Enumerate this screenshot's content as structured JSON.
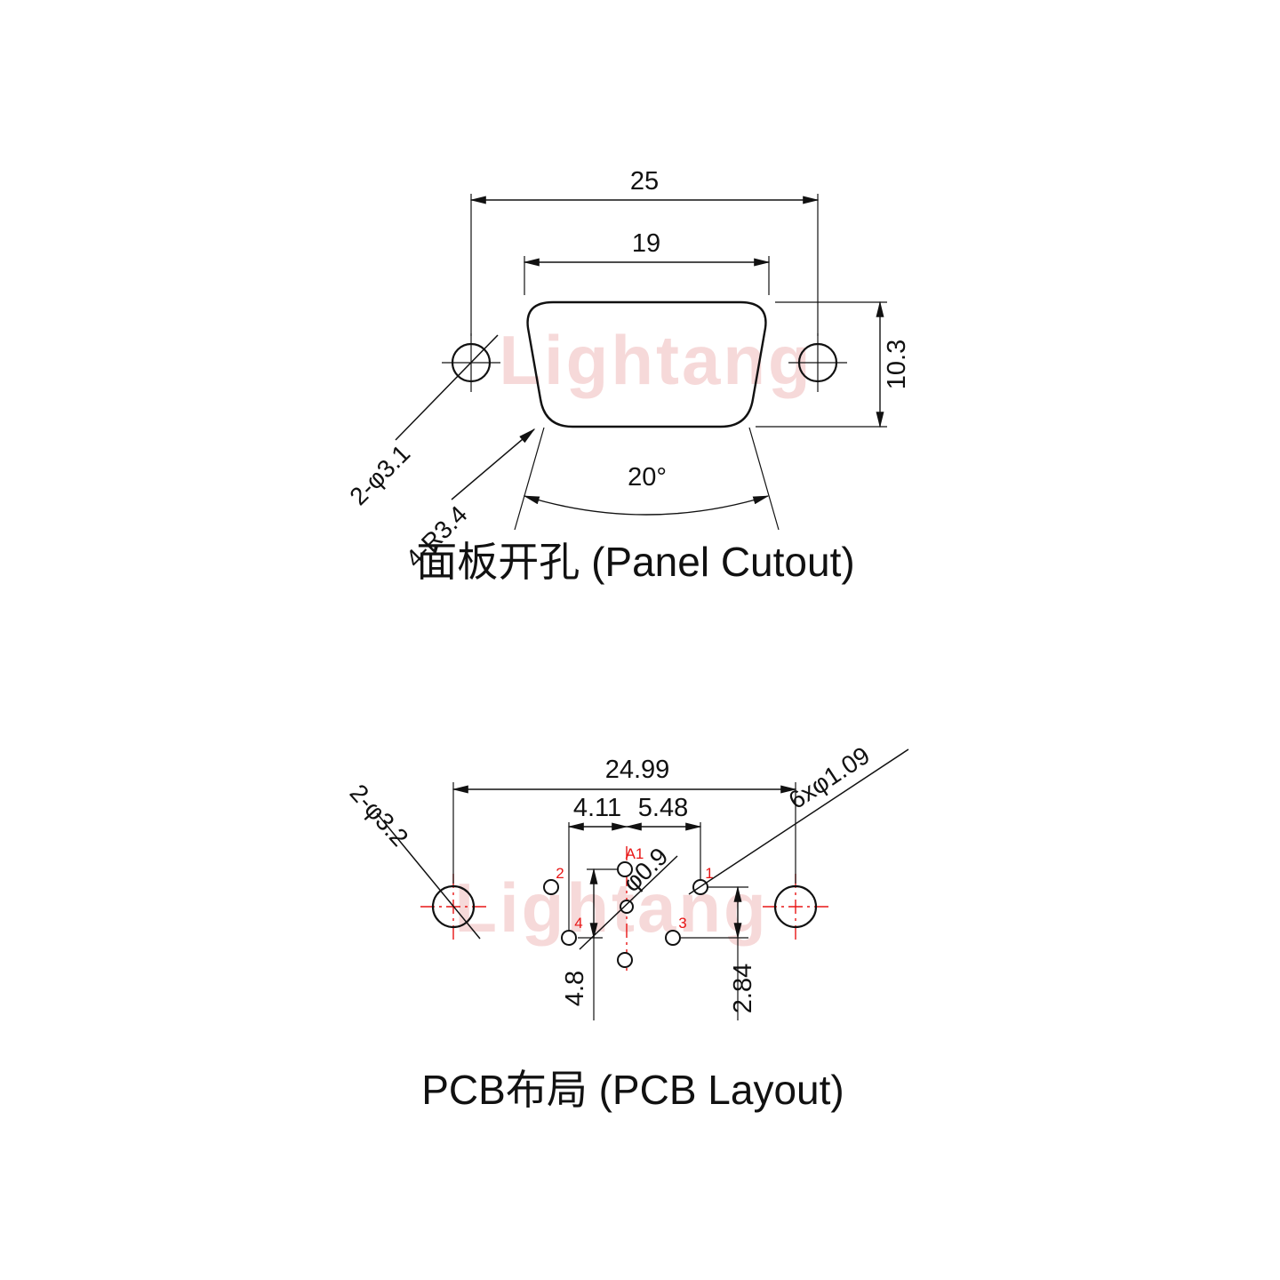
{
  "watermark": {
    "text": "Lightang"
  },
  "panel_cutout": {
    "title": "面板开孔 (Panel Cutout)",
    "dim_width_outer": "25",
    "dim_width_inner": "19",
    "dim_height": "10.3",
    "label_mount_holes": "2-φ3.1",
    "label_corner_radius": "4-R3.4",
    "label_angle": "20°"
  },
  "pcb_layout": {
    "title": "PCB布局 (PCB Layout)",
    "dim_mount_span": "24.99",
    "dim_pitch_left": "4.11",
    "dim_pitch_right": "5.48",
    "label_mount_holes": "2-φ3.2",
    "label_pin_holes": "6xφ1.09",
    "label_center_hole": "φ0.9",
    "dim_row_span": "4.8",
    "dim_row_offset": "2.84",
    "pin_labels": {
      "a1": "A1",
      "p1": "1",
      "p2": "2",
      "p3": "3",
      "p4": "4"
    }
  }
}
